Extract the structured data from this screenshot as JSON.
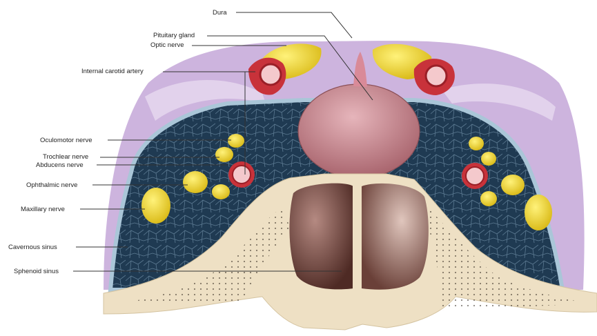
{
  "labels": {
    "dura": "Dura",
    "pituitary_gland": "Pituitary gland",
    "optic_nerve": "Optic nerve",
    "internal_carotid_artery": "Internal carotid artery",
    "oculomotor_nerve": "Oculomotor nerve",
    "trochlear_nerve": "Trochlear nerve",
    "abducens_nerve": "Abducens nerve",
    "ophthalmic_nerve": "Ophthalmic nerve",
    "maxillary_nerve": "Maxillary nerve",
    "cavernous_sinus": "Cavernous sinus",
    "sphenoid_sinus": "Sphenoid sinus"
  },
  "colors": {
    "dura": "#cdb4de",
    "sinus_fill": "#1f3a52",
    "sinus_edge": "#aac6d8",
    "bone": "#eee0c4",
    "pituitary": "#c7868e",
    "nerve": "#f2df2e",
    "artery": "#c8323a",
    "sphenoid_sinus": "#7a4a40"
  }
}
